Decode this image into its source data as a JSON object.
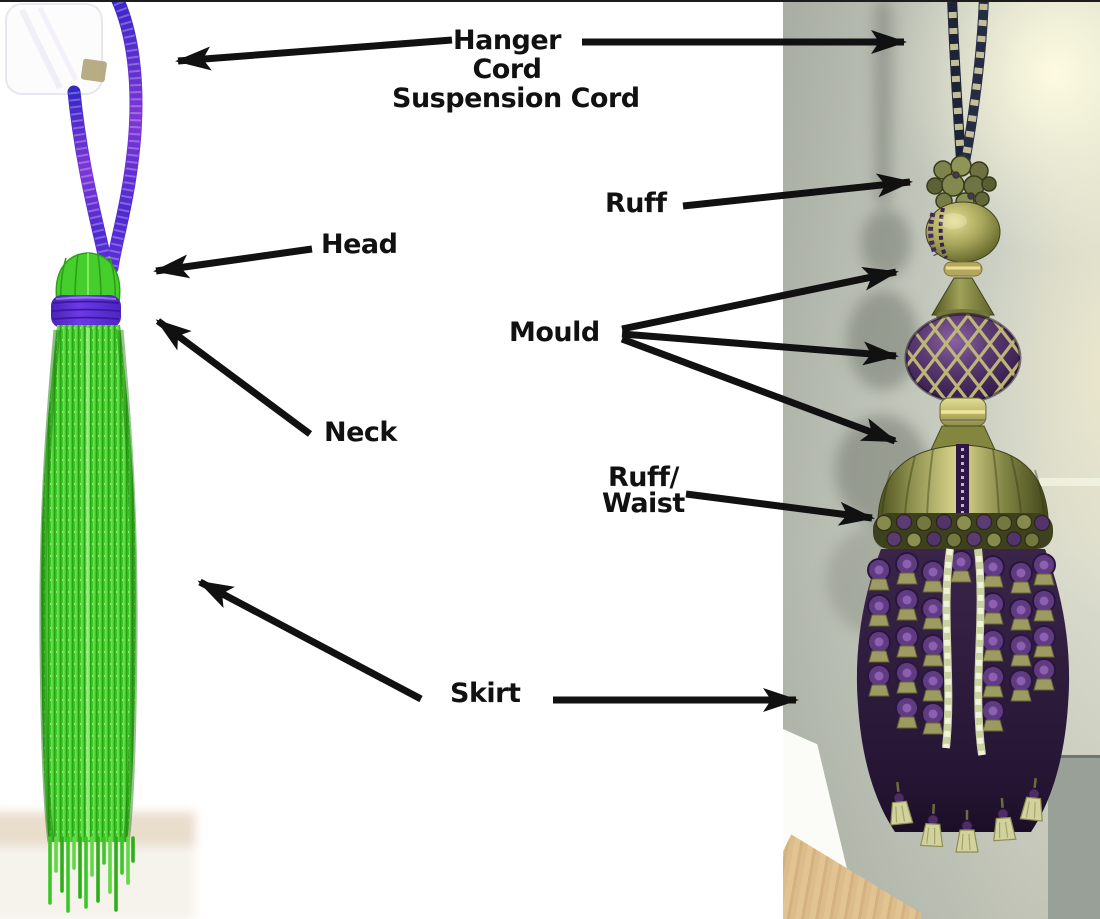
{
  "diagram": {
    "subject": "Parts of a tassel",
    "labels": {
      "hanger_line1": "Hanger",
      "hanger_line2": "Cord",
      "hanger_line3": "Suspension Cord",
      "ruff": "Ruff",
      "head": "Head",
      "mould": "Mould",
      "neck": "Neck",
      "ruff_waist_line1": "Ruff/",
      "ruff_waist_line2": "Waist",
      "skirt": "Skirt"
    },
    "annotation": {
      "text_color": "#111111",
      "arrow_color": "#111111"
    },
    "left_photo": {
      "description": "Plain green tassel with violet suspension cord on white background",
      "colors": {
        "cord": "#4e2ad0",
        "head": "#46ce2d",
        "neck": "#5b2fd6",
        "skirt": "#3fca2b"
      }
    },
    "right_photo": {
      "description": "Ornate olive and purple key tassel hanging against a sunlit wall",
      "colors": {
        "cord": "#20263a",
        "ruff": "#7c8148",
        "mould_olive": "#a8a75c",
        "mould_net_purple": "#4b2d61",
        "skirt": "#3a2549",
        "wood": "#d8b583"
      }
    }
  }
}
